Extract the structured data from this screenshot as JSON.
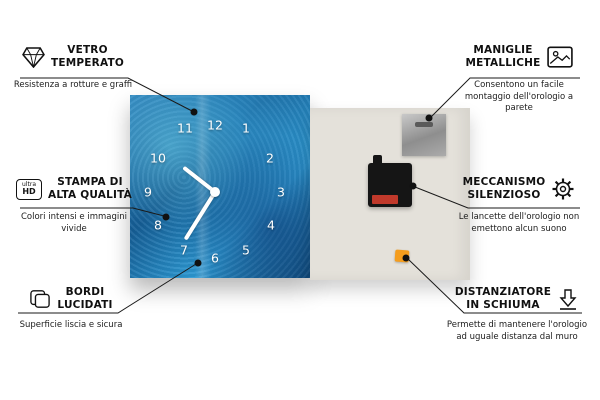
{
  "callouts": [
    {
      "id": "vetro-temperato",
      "title_lines": [
        "VETRO",
        "TEMPERATO"
      ],
      "subtitle": "Resistenza a rotture e graffi",
      "icon": "diamond-icon"
    },
    {
      "id": "stampa-alta-qualita",
      "title_lines": [
        "STAMPA DI",
        "ALTA QUALITÀ"
      ],
      "subtitle": "Colori intensi e immagini vivide",
      "icon": "ultra-hd-icon",
      "icon_text_top": "ultra",
      "icon_text_bottom": "HD"
    },
    {
      "id": "bordi-lucidati",
      "title_lines": [
        "BORDI",
        "LUCIDATI"
      ],
      "subtitle": "Superficie liscia e sicura",
      "icon": "polished-edges-icon"
    },
    {
      "id": "maniglie-metalliche",
      "title_lines": [
        "MANIGLIE",
        "METALLICHE"
      ],
      "subtitle": "Consentono un facile montaggio dell'orologio a parete",
      "icon": "picture-frame-icon"
    },
    {
      "id": "meccanismo-silenzioso",
      "title_lines": [
        "MECCANISMO",
        "SILENZIOSO"
      ],
      "subtitle": "Le lancette dell'orologio non emettono alcun suono",
      "icon": "gear-icon"
    },
    {
      "id": "distanziatore-in-schiuma",
      "title_lines": [
        "DISTANZIATORE",
        "IN SCHIUMA"
      ],
      "subtitle": "Permette di mantenere l'orologio ad uguale distanza dal muro",
      "icon": "foam-spacer-icon"
    }
  ],
  "clock": {
    "numbers": [
      "12",
      "1",
      "2",
      "3",
      "4",
      "5",
      "6",
      "7",
      "8",
      "9",
      "10",
      "11"
    ]
  },
  "colors": {
    "clock_blue": "#2e86c1",
    "clock_blue_dark": "#114f80",
    "back_panel": "#e4e1da",
    "mechanism_black": "#151515",
    "battery_red": "#c0392b",
    "foam_orange": "#f59d1d",
    "line_black": "#1a1a1a"
  }
}
